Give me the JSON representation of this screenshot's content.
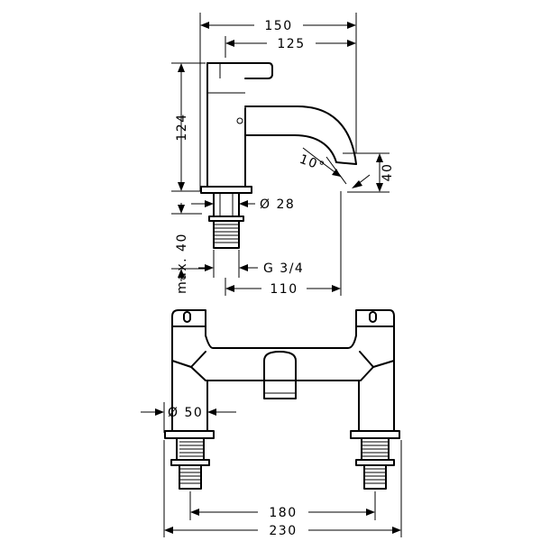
{
  "dimensions": {
    "width_150": "150",
    "width_125": "125",
    "height_124": "124",
    "angle_10": "10°",
    "height_40": "40",
    "diameter_28": "Ø 28",
    "max_40": "max. 40",
    "thread": "G 3/4",
    "reach_110": "110",
    "diameter_50": "Ø 50",
    "centers_180": "180",
    "overall_230": "230"
  }
}
